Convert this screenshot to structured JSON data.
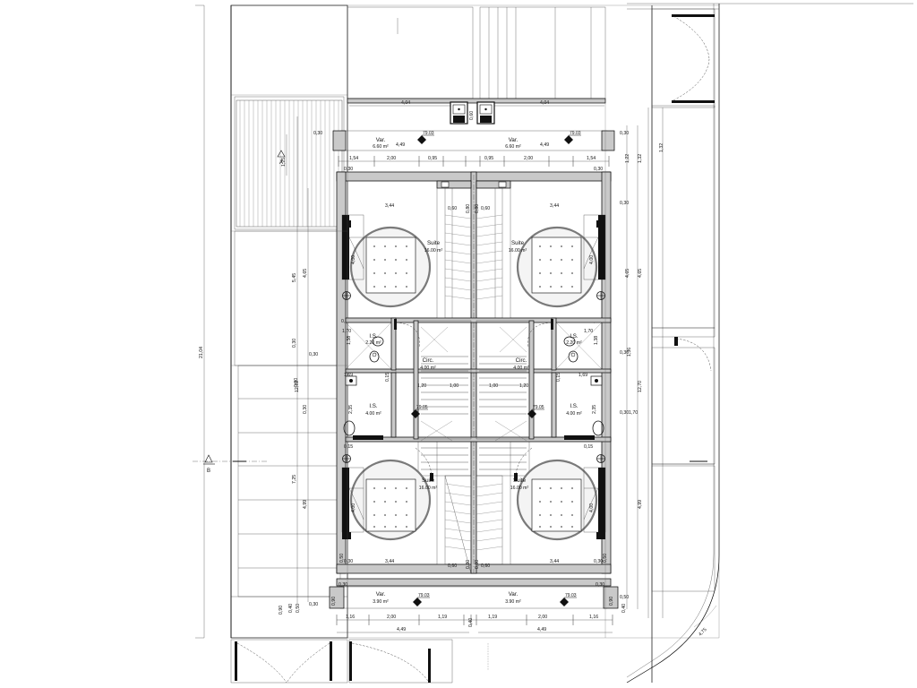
{
  "document": {
    "type": "architectural-floor-plan",
    "description": "Upper floor plan of a semi-detached duplex (two mirrored units) with central stair core",
    "units": "m",
    "background_color": "#ffffff",
    "line_color": "#111111",
    "wall_fill": "#c9c9c9"
  },
  "rooms": [
    {
      "id": "var-top-left",
      "label": "Var.",
      "area": "6.60  m²"
    },
    {
      "id": "var-top-right",
      "label": "Var.",
      "area": "6.60  m²"
    },
    {
      "id": "suite-top-left",
      "label": "Suite",
      "area": "16.00  m²"
    },
    {
      "id": "suite-top-right",
      "label": "Suite",
      "area": "16.00  m²"
    },
    {
      "id": "is-upper-left",
      "label": "I.S.",
      "area": "2.20  m²"
    },
    {
      "id": "is-upper-right",
      "label": "I.S.",
      "area": "2.20  m²"
    },
    {
      "id": "circ-left",
      "label": "Circ.",
      "area": "4.00  m²"
    },
    {
      "id": "circ-right",
      "label": "Circ.",
      "area": "4.00  m²"
    },
    {
      "id": "is-lower-left",
      "label": "I.S.",
      "area": "4.00  m²"
    },
    {
      "id": "is-lower-right",
      "label": "I.S.",
      "area": "4.00  m²"
    },
    {
      "id": "suite-bottom-left",
      "label": "Suite",
      "area": "16.00  m²"
    },
    {
      "id": "suite-bottom-right",
      "label": "Suite",
      "area": "16.00  m²"
    },
    {
      "id": "var-bottom-left",
      "label": "Var.",
      "area": "3.90  m²"
    },
    {
      "id": "var-bottom-right",
      "label": "Var.",
      "area": "3.90  m²"
    }
  ],
  "elevations": [
    {
      "id": "elev-top-left",
      "value": "79.03"
    },
    {
      "id": "elev-top-right",
      "value": "79.03"
    },
    {
      "id": "elev-mid-left",
      "value": "79.05"
    },
    {
      "id": "elev-mid-right",
      "value": "79.05"
    },
    {
      "id": "elev-bottom-left",
      "value": "79.03"
    },
    {
      "id": "elev-bottom-right",
      "value": "79.03"
    }
  ],
  "section_markers": [
    {
      "id": "marker-a",
      "label": "A"
    },
    {
      "id": "marker-b",
      "label": "B"
    }
  ],
  "dimensions": {
    "top_outer": [
      "4,04",
      "4,04"
    ],
    "top_inner": [
      "4,49",
      "4,49"
    ],
    "top_chain": [
      "1,54",
      "2,00",
      "0,95",
      "0,95",
      "2,00",
      "1,54"
    ],
    "top_offsets": [
      "0,30",
      "0,30",
      "0,30",
      "0,30"
    ],
    "suite_width_top": [
      "3,44",
      "3,44"
    ],
    "shaft_top": [
      "0,60",
      "0,80",
      "0,80",
      "0,60"
    ],
    "shaft_bottom": [
      "0,60",
      "0,80",
      "0,80",
      "0,60"
    ],
    "suite_width_bottom": [
      "3,44",
      "3,44"
    ],
    "bottom_chain": [
      "1,16",
      "2,00",
      "1,19",
      "1,19",
      "2,00",
      "1,16"
    ],
    "bottom_total": [
      "4,49",
      "4,49"
    ],
    "bottom_offsets": [
      "0,30",
      "0,90",
      "0,50",
      "0,40",
      "0,50",
      "0,30",
      "0,90",
      "0,40"
    ],
    "left_overall": "21,04",
    "left_chain": [
      "5,45",
      "4,65",
      "12,70",
      "7,25",
      "4,99",
      "0,90",
      "0,50",
      "0,30",
      "0,30",
      "1,25"
    ],
    "right_chain": [
      "0,30",
      "1,22",
      "1,32",
      "4,65",
      "0,30",
      "1,36",
      "12,70",
      "1,70",
      "4,99",
      "0,50",
      "0,40"
    ],
    "interior_left": [
      "0,15",
      "1,70",
      "1,38",
      "1,69",
      "0,15",
      "1,20",
      "2,35",
      "0,15",
      "4,00",
      "0,50"
    ],
    "interior_right": [
      "0,15",
      "1,70",
      "1,38",
      "1,69",
      "0,15",
      "1,20",
      "2,35",
      "0,15",
      "4,00",
      "0,50"
    ],
    "circ_width": [
      "1,20",
      "1,00",
      "1,00",
      "1,20"
    ],
    "stair_core": "0,30",
    "corner_radius_note": "4,75"
  },
  "features": {
    "stair_core_label": "central stair core",
    "light_shaft": "central light shaft",
    "pergola": "hatched roof / pergola area (top left)",
    "paved_area": "paved / parking area (left)",
    "street_corner": "curved street corner (bottom right)"
  }
}
